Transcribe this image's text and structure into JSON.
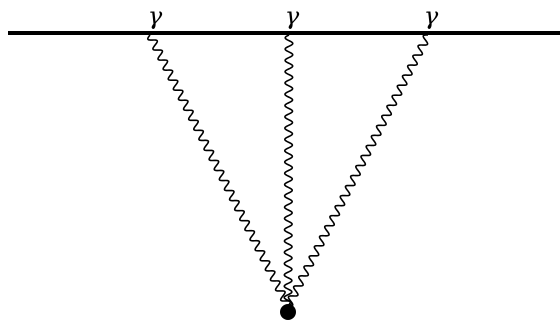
{
  "diagram": {
    "photon_labels": [
      "γ",
      "γ",
      "γ"
    ],
    "line_color": "#000000",
    "background_color": "#ffffff"
  }
}
